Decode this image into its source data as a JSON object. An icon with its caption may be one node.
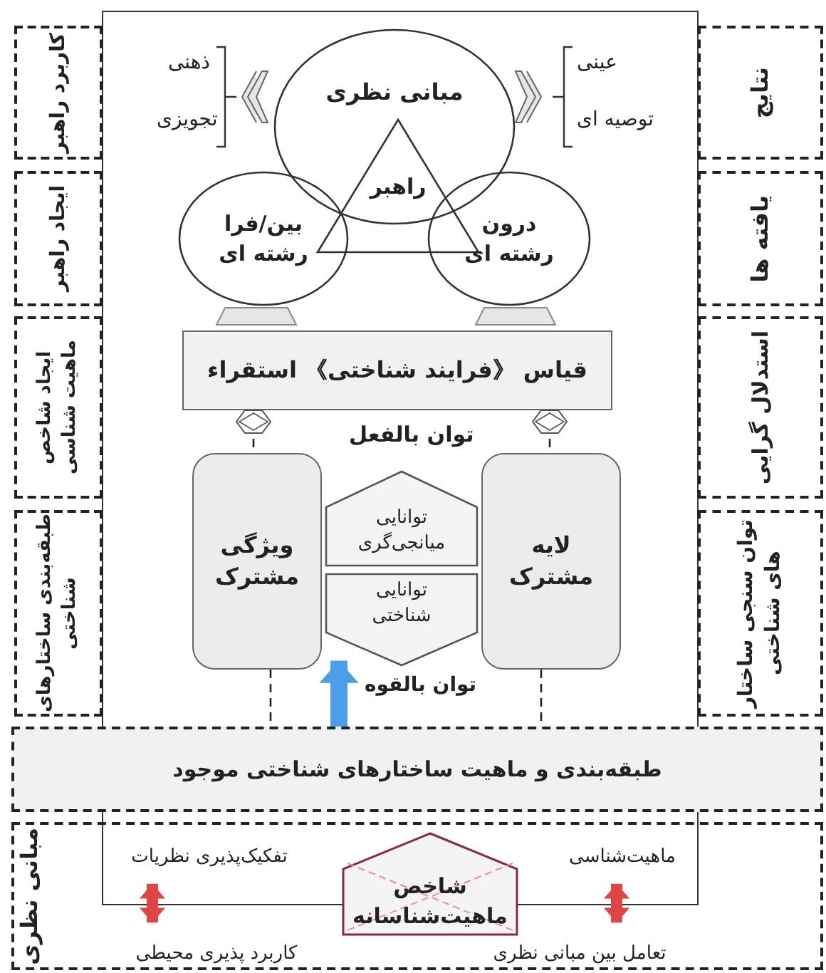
{
  "diagram": {
    "nodes": [
      {
        "text": [
          "کاربرد راهبر"
        ]
      },
      {
        "text": [
          "نتایج"
        ]
      },
      {
        "text": [
          "مبانی نظری"
        ]
      },
      {
        "text": [
          "راهبر"
        ]
      },
      {
        "text": [
          "ایجاد راهبر"
        ]
      },
      {
        "text": [
          "یافته ها"
        ]
      },
      {
        "text": [
          "بین/فرا رشته ای"
        ]
      },
      {
        "text": [
          "درون رشته ای"
        ]
      },
      {
        "text": [
          "ایجاد شاخص ماهیت شناسی"
        ]
      },
      {
        "text": [
          "استدلال گرایی"
        ]
      },
      {
        "text": [
          "قیاس 《فرایند شناختی》 استقراء"
        ]
      },
      {
        "text": [
          "ویژگی مشترک"
        ]
      },
      {
        "text": [
          "توانایی میانجی‌گری"
        ]
      },
      {
        "text": [
          "لایه مشترک"
        ]
      },
      {
        "text": [
          "توانایی شناختی"
        ]
      },
      {
        "text": [
          "طبقه‌بندی ساختارهای شناختی"
        ]
      },
      {
        "text": [
          "توان سنجی ساختار های شناختی"
        ]
      },
      {
        "text": [
          "طبقه‌بندی و ماهیت ساختارهای شناختی موجود"
        ]
      },
      {
        "text": [
          "مبانی نظری"
        ]
      },
      {
        "text": [
          "تفکیک‌پذیری نظریات"
        ],
        "in": 18
      },
      {
        "text": [
          "شاخص ماهیت‌شناسانه"
        ],
        "in": 18
      },
      {
        "text": [
          "ماهیت‌شناسی"
        ],
        "in": 18
      },
      {
        "text": [
          "کاربرد پذیری محیطی"
        ],
        "in": 18
      },
      {
        "text": [
          "تعامل بین مبانی نظری"
        ],
        "in": 18
      }
    ],
    "edges": [
      {
        "from": 10,
        "to": 11,
        "arrow": "none",
        "style": "dashed"
      },
      {
        "from": 10,
        "to": 13,
        "arrow": "none",
        "style": "dashed"
      },
      {
        "from": 11,
        "to": 17,
        "arrow": "none",
        "style": "dashed"
      },
      {
        "from": 13,
        "to": 17,
        "arrow": "none",
        "style": "dashed"
      },
      {
        "from": 17,
        "to": 14,
        "arrow": "to",
        "style": "thick",
        "color": "#4a9ee8"
      },
      {
        "from": 19,
        "to": 22,
        "arrow": "both",
        "style": "thick",
        "color": "#e04545"
      },
      {
        "from": 21,
        "to": 23,
        "arrow": "both",
        "style": "thick",
        "color": "#e04545"
      }
    ],
    "labels": [
      "ذهنی",
      "تجویزی",
      "عینی",
      "توصیه ای",
      "توان بالفعل",
      "توان بالقوه"
    ]
  }
}
